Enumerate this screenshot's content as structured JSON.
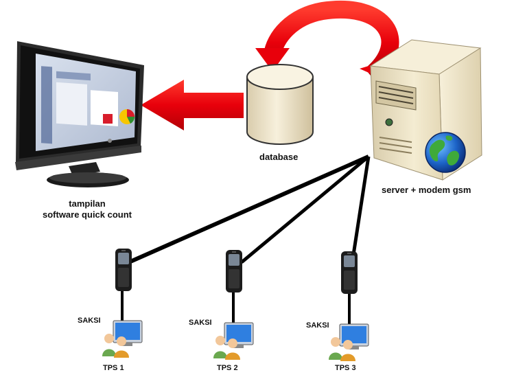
{
  "labels": {
    "database": "database",
    "server": "server + modem gsm",
    "monitor_line1": "tampilan",
    "monitor_line2": "software quick count"
  },
  "stations": [
    {
      "saksi": "SAKSI",
      "tps": "TPS 1"
    },
    {
      "saksi": "SAKSI",
      "tps": "TPS 2"
    },
    {
      "saksi": "SAKSI",
      "tps": "TPS 3"
    }
  ],
  "icons": {
    "monitor": "monitor-icon",
    "database": "database-cylinder-icon",
    "server": "server-tower-icon",
    "globe": "globe-icon",
    "phone": "mobile-phone-icon",
    "user": "users-at-computer-icon"
  },
  "colors": {
    "arrow": "#e8000b",
    "link": "#000000",
    "database": "#f1e7cf",
    "server": "#efe5c6"
  }
}
